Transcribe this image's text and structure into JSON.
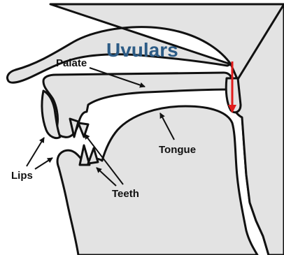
{
  "title": "Uvulars",
  "labels": {
    "palate": "Palate",
    "tongue": "Tongue",
    "lips": "Lips",
    "teeth": "Teeth"
  },
  "colors": {
    "title": "#2c5b85",
    "tissue_fill": "#e3e3e3",
    "outline": "#111111",
    "indicator_arrow": "#e01b1b",
    "background": "#ffffff"
  }
}
